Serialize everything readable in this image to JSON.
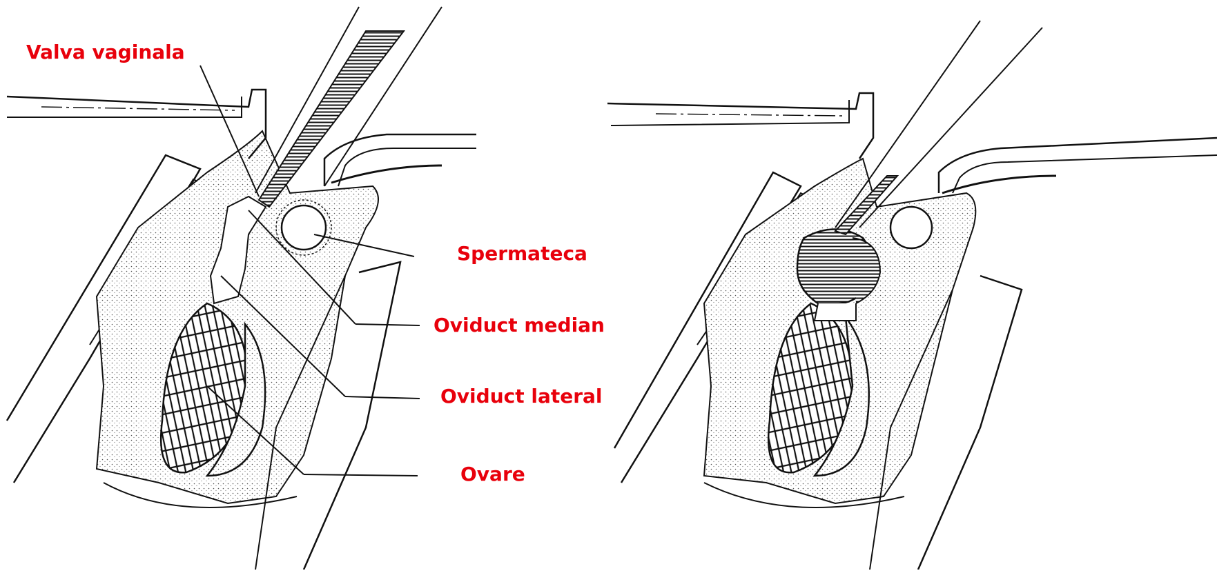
{
  "labels": {
    "valva_vaginala": "Valva vaginala",
    "spermateca": "Spermateca",
    "oviduct_median": "Oviduct median",
    "oviduct_lateral": "Oviduct lateral",
    "ovare": "Ovare"
  },
  "colors": {
    "label": "#e8000b",
    "line": "#1a1a1a",
    "tissue": "#dcdcdc"
  }
}
